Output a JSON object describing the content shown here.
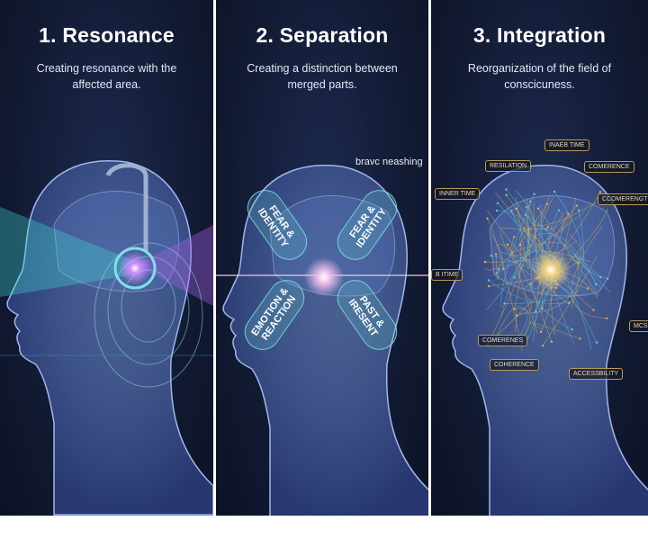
{
  "panels": [
    {
      "title": "1. Resonance",
      "subtitle": [
        "Creating resonance with the",
        "affected area."
      ]
    },
    {
      "title": "2. Separation",
      "subtitle": [
        "Creating a distinction between",
        "merged parts."
      ],
      "note": "bravc neashing",
      "pills": [
        "FEAR & IDENTITY",
        "FEAR & IDENTITY",
        "EMOTION & REACTION",
        "PAST & IRESENT"
      ]
    },
    {
      "title": "3. Integration",
      "subtitle": [
        "Reorganization of the field of",
        "conscicuness."
      ],
      "tags": [
        "INAEB TIME",
        "RESILATION",
        "COMERENCE",
        "INNER TIME",
        "CCOMERENGT",
        "B ITIME",
        "COMERENES",
        "COHERENCE",
        "ACCESSBILITY",
        "MCSSI"
      ]
    }
  ],
  "colors": {
    "background": "#121a33",
    "head": "#8aa6e0",
    "resonance": "#3fd6d0",
    "resonance_alt": "#a060e0",
    "network": "#e0b050"
  }
}
